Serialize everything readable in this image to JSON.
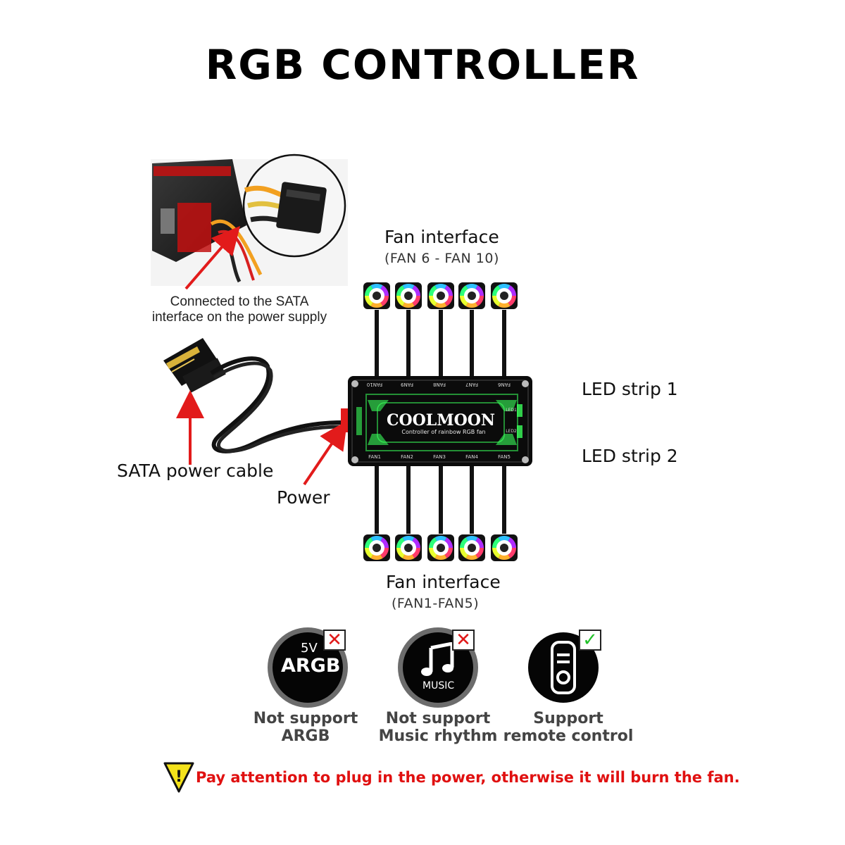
{
  "title": "RGB CONTROLLER",
  "psu_caption": [
    "Connected to the SATA",
    "interface on the power supply"
  ],
  "fan_interface_top": {
    "label": "Fan interface",
    "range": "(FAN 6 - FAN 10)"
  },
  "fan_interface_bottom": {
    "label": "Fan interface",
    "range": "(FAN1-FAN5)"
  },
  "led_strip_1": "LED strip 1",
  "led_strip_2": "LED strip 2",
  "sata_cable_label": "SATA power cable",
  "power_label": "Power",
  "controller": {
    "brand": "COOLMOON",
    "subtitle": "Controller of rainbow RGB fan",
    "top_ports": [
      "FAN10",
      "FAN9",
      "FAN8",
      "FAN7",
      "FAN6"
    ],
    "bottom_ports": [
      "FAN1",
      "FAN2",
      "FAN3",
      "FAN4",
      "FAN5"
    ],
    "led_ports": [
      "LED1",
      "LED2"
    ]
  },
  "features": [
    {
      "icon": "argb-icon",
      "top": "5V",
      "main": "ARGB",
      "status": "x",
      "label_line1": "Not support",
      "label_line2": "ARGB"
    },
    {
      "icon": "music-note-icon",
      "main": "MUSIC",
      "status": "x",
      "label_line1": "Not support",
      "label_line2": "Music rhythm"
    },
    {
      "icon": "remote-control-icon",
      "status": "check",
      "label_line1": "Support",
      "label_line2": "remote control"
    }
  ],
  "warning": "Pay attention to plug in the power, otherwise it will burn the fan.",
  "colors": {
    "arrow": "#e21b1b",
    "warning_text": "#e01010",
    "board_glow": "#39ff5a",
    "x_mark": "#e01818",
    "check_mark": "#22c22a"
  }
}
